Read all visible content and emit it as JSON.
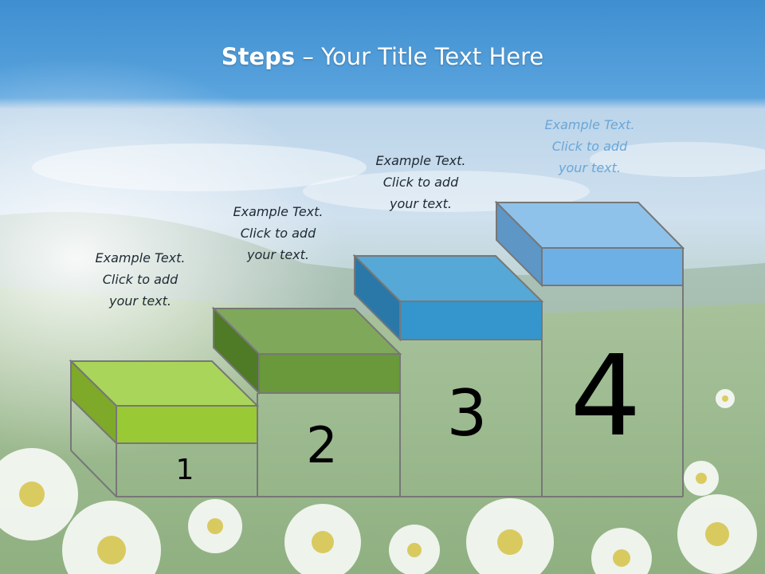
{
  "title": {
    "bold": "Steps",
    "rest": " – Your Title Text Here"
  },
  "steps": [
    {
      "number": "1",
      "lines": [
        "Example Text.",
        "Click  to add",
        "your text."
      ],
      "top_color": "#a9d65a",
      "front_color": "#99c934",
      "side_color": "#7ea929"
    },
    {
      "number": "2",
      "lines": [
        "Example Text.",
        "Click  to add",
        "your text."
      ],
      "top_color": "#7fa85a",
      "front_color": "#69993a",
      "side_color": "#4f7a26"
    },
    {
      "number": "3",
      "lines": [
        "Example Text.",
        "Click  to add",
        "your text."
      ],
      "top_color": "#56a8d6",
      "front_color": "#3496cc",
      "side_color": "#2a78a8"
    },
    {
      "number": "4",
      "lines": [
        "Example Text.",
        "Click  to add",
        "your text."
      ],
      "top_color": "#8fc2ea",
      "front_color": "#6cb0e6",
      "side_color": "#5e96c6"
    }
  ],
  "colors": {
    "sky_top": "#3f8fd0",
    "outline": "#777777"
  }
}
